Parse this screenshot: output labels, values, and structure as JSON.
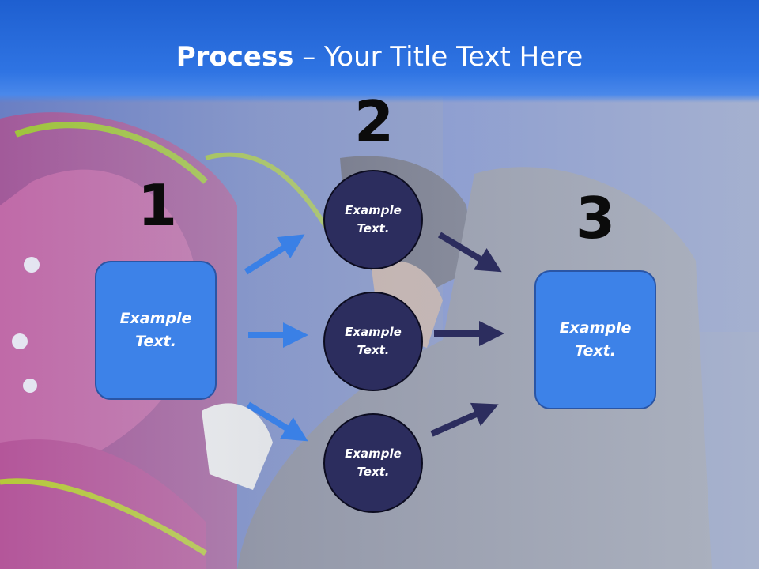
{
  "slide": {
    "title_bold": "Process",
    "title_rest": " – Your Title Text Here",
    "numbers": [
      "1",
      "2",
      "3"
    ],
    "left_box": "Example\nText.",
    "right_box": "Example\nText.",
    "circles": [
      "Example\nText.",
      "Example\nText.",
      "Example\nText."
    ]
  },
  "colors": {
    "header": "#2f74e3",
    "box_fill": "#3d82e8",
    "circle_fill": "#2c2d5e",
    "arrow_left": "#3a80e6",
    "arrow_right": "#2c2d5e"
  }
}
